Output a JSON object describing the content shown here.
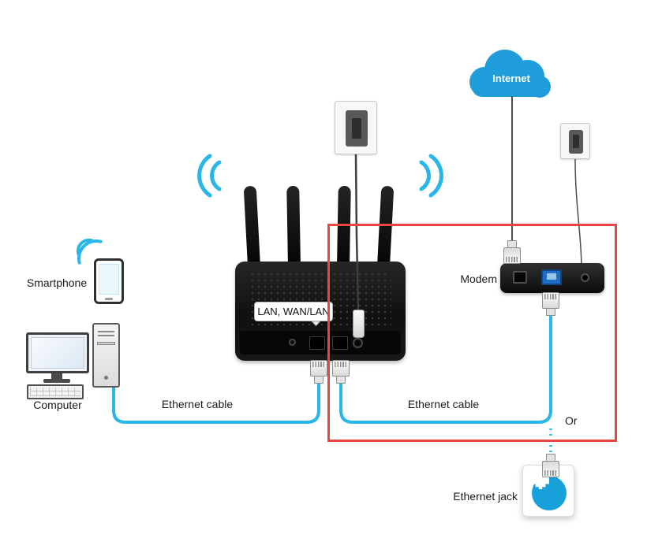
{
  "labels": {
    "internet": "Internet",
    "smartphone": "Smartphone",
    "computer": "Computer",
    "ethernet_cable_left": "Ethernet cable",
    "ethernet_cable_right": "Ethernet cable",
    "lan_wan_lan": "LAN, WAN/LAN",
    "modem": "Modem",
    "or": "Or",
    "ethernet_jack": "Ethernet jack"
  },
  "colors": {
    "cable_blue": "#29b6e8",
    "cloud_blue": "#1f9ddb",
    "highlight_red": "#e8473f",
    "device_black": "#141414"
  },
  "icons": {
    "cloud": "internet-cloud-icon",
    "wifi": "wifi-signal-icon",
    "rj45": "rj45-plug-icon",
    "outlet": "power-outlet-icon",
    "ethernet_port": "ethernet-port-icon"
  }
}
